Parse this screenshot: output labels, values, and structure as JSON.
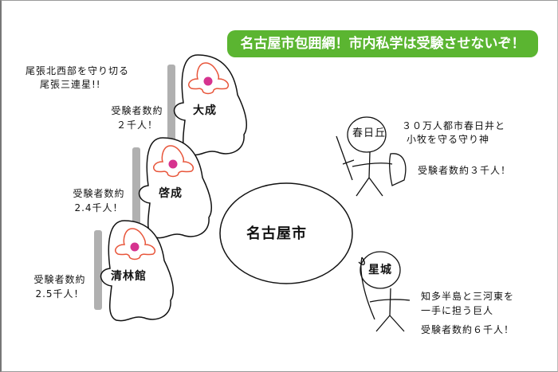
{
  "title": "名古屋市包囲網！市内私学は受験させないぞ！",
  "center": "名古屋市",
  "owari": {
    "caption_line1": "尾張北西部を守り切る",
    "caption_line2": "尾張三連星!!",
    "schools": [
      {
        "name": "大成",
        "stat_line1": "受験者数約",
        "stat_line2": "２千人！"
      },
      {
        "name": "啓成",
        "stat_line1": "受験者数約",
        "stat_line2": "2.4千人！"
      },
      {
        "name": "清林館",
        "stat_line1": "受験者数約",
        "stat_line2": "2.5千人！"
      }
    ]
  },
  "kasugaoka": {
    "name": "春日丘",
    "desc_line1": "３０万人都市春日井と",
    "desc_line2": "小牧を守る守り神",
    "stat": "受験者数約３千人！"
  },
  "seijo": {
    "name": "星城",
    "desc_line1": "知多半島と三河東を",
    "desc_line2": "一手に担う巨人",
    "stat": "受験者数約６千人！"
  },
  "colors": {
    "title_bg": "#5bb531",
    "flame": "#e8553a",
    "core": "#d6338f",
    "sword": "#b0b0b0"
  }
}
